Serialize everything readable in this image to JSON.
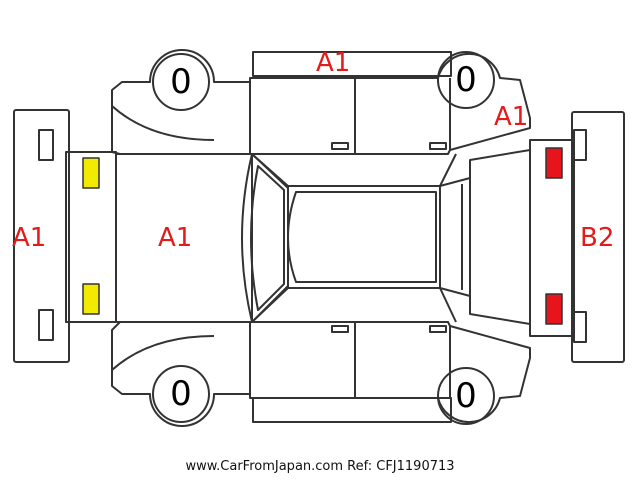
{
  "damage_codes": {
    "roof": "A1",
    "front_bumper": "A1",
    "hood": "A1",
    "rear_quarter": "A1",
    "rear_bumper": "B2"
  },
  "tires": {
    "front_left": "0",
    "rear_left": "0",
    "front_right": "0",
    "rear_right": "0"
  },
  "markers": {
    "front_light_color": "#f2ea00",
    "rear_light_color": "#e8141b",
    "label_color": "#e31b1b"
  },
  "footer": "www.CarFromJapan.com Ref: CFJ1190713"
}
